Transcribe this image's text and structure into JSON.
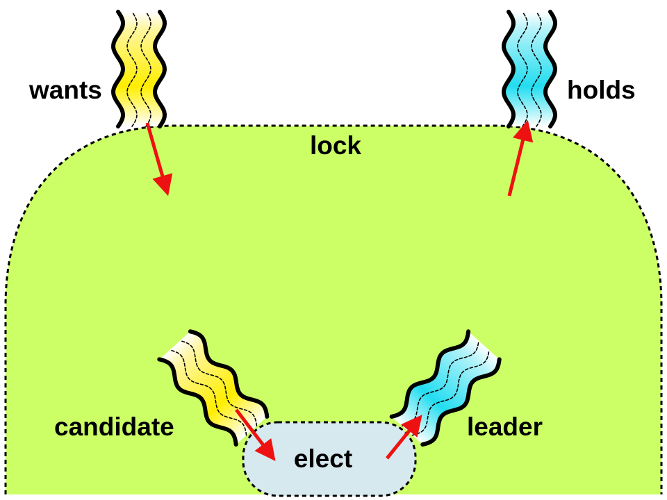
{
  "diagram": {
    "region_outer_label": "lock",
    "region_inner_label": "elect",
    "port_labels": {
      "top_left": "wants",
      "top_right": "holds",
      "bottom_left": "candidate",
      "bottom_right": "leader"
    }
  },
  "colors": {
    "outer_region_fill": "#ccff66",
    "inner_region_fill": "#d6e9ef",
    "wants_band": "#ffee00",
    "holds_band": "#22ddf0",
    "arrow": "#ee1111",
    "outline": "#000000"
  }
}
